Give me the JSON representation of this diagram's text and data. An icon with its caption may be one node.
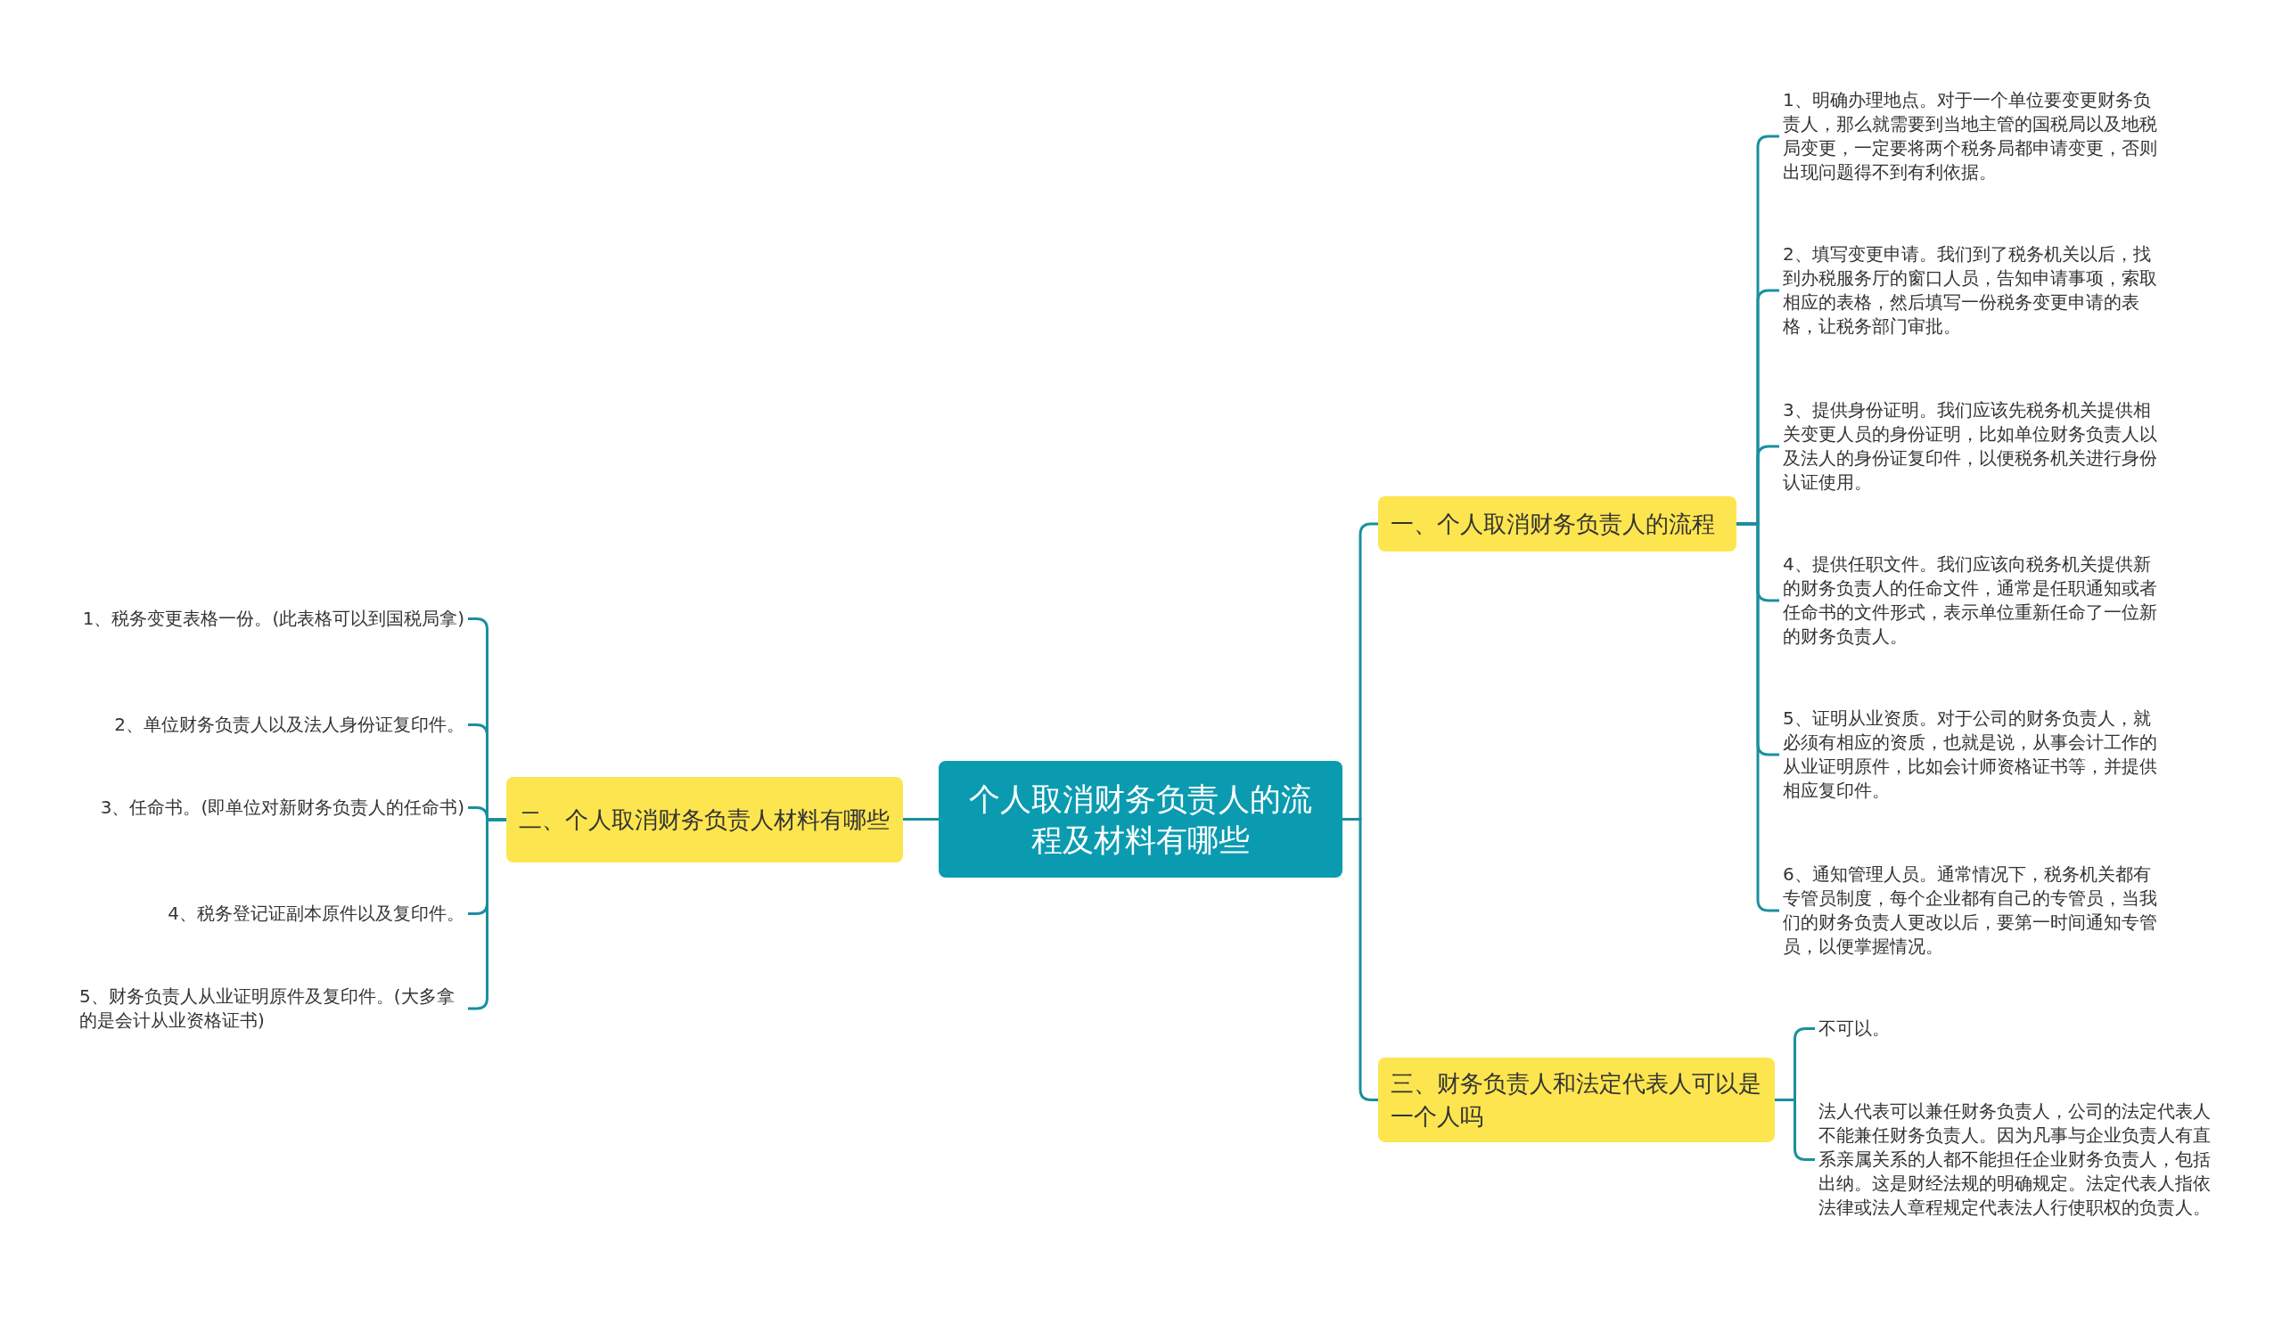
{
  "diagram": {
    "nodes": [
      {
        "text": [
          "个人取消财务负责人的流程及材料有哪些"
        ]
      },
      {
        "text": [
          "一、个人取消财务负责人的流程"
        ]
      },
      {
        "text": [
          "1、明确办理地点。对于一个单位要变更财务负责人，那么就需要到当地主管的国税局以及地税局变更，一定要将两个税务局都申请变更，否则出现问题得不到有利依据。"
        ]
      },
      {
        "text": [
          "2、填写变更申请。我们到了税务机关以后，找到办税服务厅的窗口人员，告知申请事项，索取相应的表格，然后填写一份税务变更申请的表格，让税务部门审批。"
        ]
      },
      {
        "text": [
          "3、提供身份证明。我们应该先税务机关提供相关变更人员的身份证明，比如单位财务负责人以及法人的身份证复印件，以便税务机关进行身份认证使用。"
        ]
      },
      {
        "text": [
          "4、提供任职文件。我们应该向税务机关提供新的财务负责人的任命文件，通常是任职通知或者任命书的文件形式，表示单位重新任命了一位新的财务负责人。"
        ]
      },
      {
        "text": [
          "5、证明从业资质。对于公司的财务负责人，就必须有相应的资质，也就是说，从事会计工作的从业证明原件，比如会计师资格证书等，并提供相应复印件。"
        ]
      },
      {
        "text": [
          "6、通知管理人员。通常情况下，税务机关都有专管员制度，每个企业都有自己的专管员，当我们的财务负责人更改以后，要第一时间通知专管员，以便掌握情况。"
        ]
      },
      {
        "text": [
          "三、财务负责人和法定代表人可以是一个人吗"
        ]
      },
      {
        "text": [
          "不可以。"
        ]
      },
      {
        "text": [
          "法人代表可以兼任财务负责人，公司的法定代表人不能兼任财务负责人。因为凡事与企业负责人有直系亲属关系的人都不能担任企业财务负责人，包括出纳。这是财经法规的明确规定。法定代表人指依法律或法人章程规定代表法人行使职权的负责人。"
        ]
      },
      {
        "text": [
          "二、个人取消财务负责人材料有哪些"
        ]
      },
      {
        "text": [
          "1、税务变更表格一份。(此表格可以到国税局拿)"
        ]
      },
      {
        "text": [
          "2、单位财务负责人以及法人身份证复印件。"
        ]
      },
      {
        "text": [
          "3、任命书。(即单位对新财务负责人的任命书)"
        ]
      },
      {
        "text": [
          "4、税务登记证副本原件以及复印件。"
        ]
      },
      {
        "text": [
          "5、财务负责人从业证明原件及复印件。(大多拿的是会计从业资格证书)"
        ]
      }
    ],
    "edges": [
      {
        "from": 0,
        "to": 1,
        "arrow": "none"
      },
      {
        "from": 1,
        "to": 2,
        "arrow": "none"
      },
      {
        "from": 1,
        "to": 3,
        "arrow": "none"
      },
      {
        "from": 1,
        "to": 4,
        "arrow": "none"
      },
      {
        "from": 1,
        "to": 5,
        "arrow": "none"
      },
      {
        "from": 1,
        "to": 6,
        "arrow": "none"
      },
      {
        "from": 1,
        "to": 7,
        "arrow": "none"
      },
      {
        "from": 0,
        "to": 8,
        "arrow": "none"
      },
      {
        "from": 8,
        "to": 9,
        "arrow": "none"
      },
      {
        "from": 8,
        "to": 10,
        "arrow": "none"
      },
      {
        "from": 0,
        "to": 11,
        "arrow": "none"
      },
      {
        "from": 11,
        "to": 12,
        "arrow": "none"
      },
      {
        "from": 11,
        "to": 13,
        "arrow": "none"
      },
      {
        "from": 11,
        "to": 14,
        "arrow": "none"
      },
      {
        "from": 11,
        "to": 15,
        "arrow": "none"
      },
      {
        "from": 11,
        "to": 16,
        "arrow": "none"
      }
    ]
  }
}
